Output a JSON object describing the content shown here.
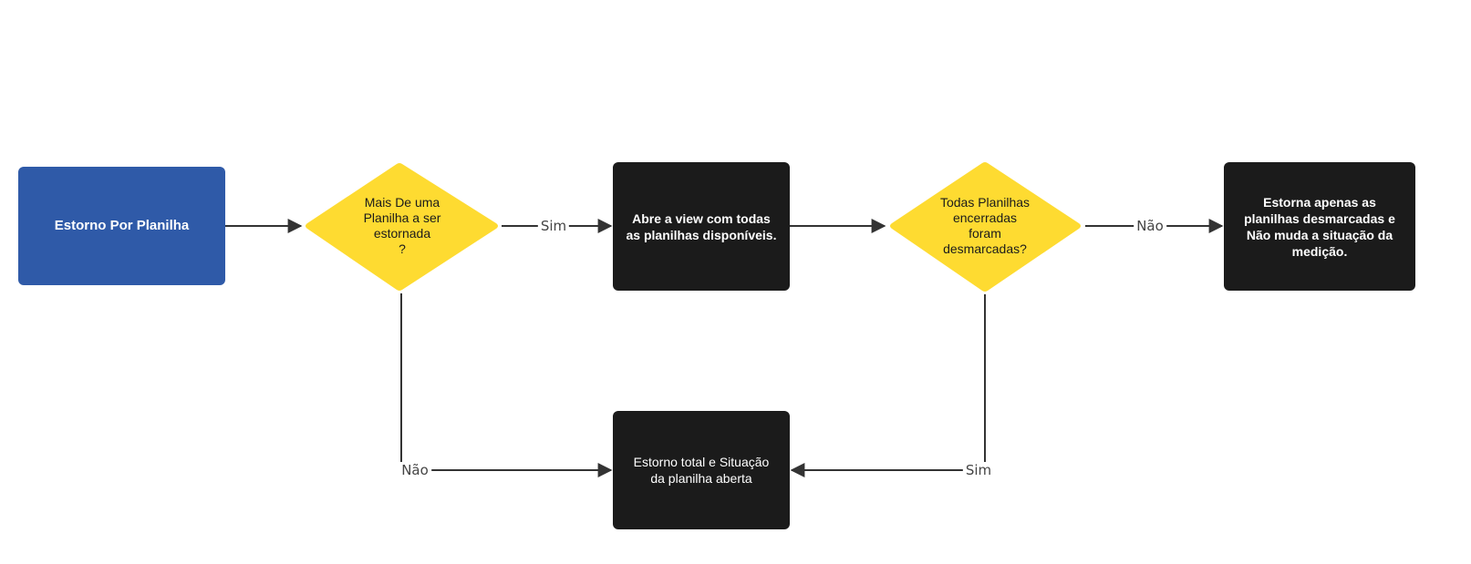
{
  "colors": {
    "start_fill": "#2f5aa8",
    "decision_fill": "#fedb31",
    "process_fill": "#1b1b1b",
    "edge": "#333333",
    "background": "#ffffff"
  },
  "nodes": {
    "start": {
      "text": "Estorno Por Planilha"
    },
    "decision_multiple": {
      "text": "Mais De uma\nPlanilha a ser\nestornada\n?"
    },
    "open_view": {
      "text": "Abre a view com todas\nas planilhas disponíveis."
    },
    "decision_all_closed": {
      "text": "Todas Planilhas\nencerradas\nforam\ndesmarcadas?"
    },
    "partial_reversal": {
      "text": "Estorna apenas as\nplanilhas desmarcadas e\nNão muda a situação da\nmedição."
    },
    "total_reversal": {
      "text": "Estorno total e Situação\nda planilha aberta"
    }
  },
  "edges": {
    "multiple_yes": {
      "label": "Sim"
    },
    "multiple_no": {
      "label": "Não"
    },
    "all_closed_no": {
      "label": "Não"
    },
    "all_closed_yes": {
      "label": "Sim"
    }
  }
}
